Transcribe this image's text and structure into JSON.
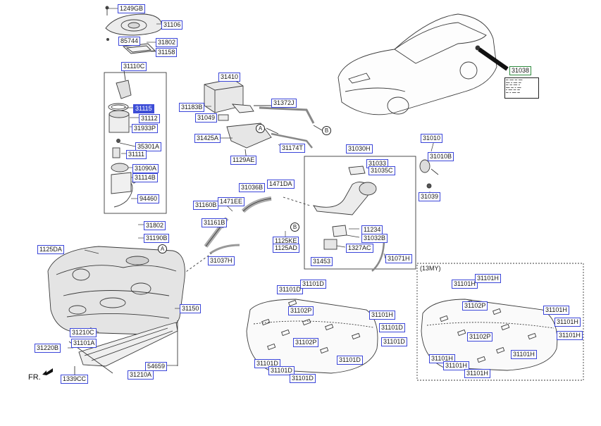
{
  "diagram": {
    "labels": {
      "l1249GB": "1249GB",
      "l31106": "31106",
      "l85744": "85744",
      "l31802a": "31802",
      "l31158": "31158",
      "l31110C": "31110C",
      "l31115": "31115",
      "l31112": "31112",
      "l31933P": "31933P",
      "l35301A": "35301A",
      "l31111": "31111",
      "l31090A": "31090A",
      "l31114B": "31114B",
      "l94460": "94460",
      "l31802b": "31802",
      "l31190B": "31190B",
      "l1125DA": "1125DA",
      "l31150": "31150",
      "l31210C": "31210C",
      "l31220B": "31220B",
      "l31101A": "31101A",
      "l54659": "54659",
      "l1339CC": "1339CC",
      "l31210A": "31210A",
      "l31410": "31410",
      "l31183B": "31183B",
      "l31049": "31049",
      "l31372J": "31372J",
      "l31425A": "31425A",
      "l31174T": "31174T",
      "l1129AE": "1129AE",
      "l31036B": "31036B",
      "l1471DA": "1471DA",
      "l31160B": "31160B",
      "l1471EE": "1471EE",
      "l31161B": "31161B",
      "l31037H": "31037H",
      "l31030H": "31030H",
      "l31033": "31033",
      "l31035C": "31035C",
      "l31010": "31010",
      "l31010B": "31010B",
      "l31039": "31039",
      "l11234": "11234",
      "l31032B": "31032B",
      "l1327AC": "1327AC",
      "l1125KE": "1125KE",
      "l1125AD": "1125AD",
      "l31453": "31453",
      "l31071H": "31071H",
      "l31038": "31038",
      "m31101D_t1": "31101D",
      "m31101D_t2": "31101D",
      "m31102P_a": "31102P",
      "m31101H_a": "31101H",
      "m31101D_r1": "31101D",
      "m31101D_r2": "31101D",
      "m31102P_b": "31102P",
      "m31101D_b1": "31101D",
      "m31101D_b2": "31101D",
      "m31101D_b3": "31101D",
      "m31101D_b4": "31101D",
      "n31101H_1": "31101H",
      "n31101H_2": "31101H",
      "n31102P_a": "31102P",
      "n31101H_3": "31101H",
      "n31101H_4": "31101H",
      "n31101H_5": "31101H",
      "n31102P_b": "31102P",
      "n31101H_6": "31101H",
      "n31101H_7": "31101H",
      "n31101H_8": "31101H",
      "n31101H_9": "31101H"
    },
    "circle_a1": "A",
    "circle_a2": "A",
    "circle_b1": "B",
    "circle_b2": "B",
    "variant_13my": "(13MY)",
    "front_marker": "FR.",
    "colors": {
      "label_border": "#3b46d9",
      "highlight_fill": "#3d4fd6",
      "line": "#3a3a3a",
      "label_green": "#2e8b3e"
    }
  }
}
